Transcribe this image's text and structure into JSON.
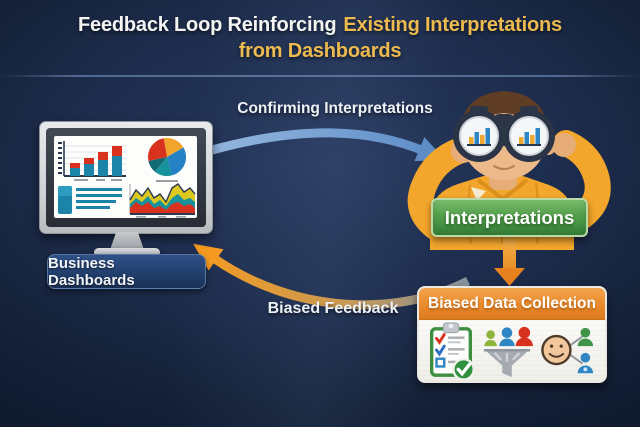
{
  "title": {
    "line1_white": "Feedback Loop Reinforcing",
    "line1_gold": "Existing Interpretations",
    "line2_gold": "from Dashboards"
  },
  "flow_labels": {
    "confirming": "Confirming Interpretations",
    "biased_feedback": "Biased Feedback"
  },
  "nodes": {
    "dashboards": {
      "label": "Business Dashboards"
    },
    "interpretations": {
      "label": "Interpretations"
    },
    "collection": {
      "title": "Biased Data Collection",
      "icons": [
        "checklist-icon",
        "selection-funnel-icon",
        "respondent-network-icon"
      ]
    }
  },
  "monitor": {
    "icons": [
      "bar-chart-icon",
      "pie-chart-icon",
      "summary-list-icon",
      "area-chart-icon"
    ]
  },
  "person": {
    "icon": "analyst-binoculars-icon"
  },
  "colors": {
    "background_center": "#27395e",
    "background_edge": "#0b1528",
    "title_white": "#f4f4f2",
    "title_gold": "#ecba4e",
    "flow_blue": "#6f9cd4",
    "flow_orange": "#f49a22",
    "interpretations_green": "#539f4c",
    "collection_orange": "#e88a2c",
    "dashboards_navy": "#223f6c",
    "shirt_yellow": "#f2a62c"
  }
}
